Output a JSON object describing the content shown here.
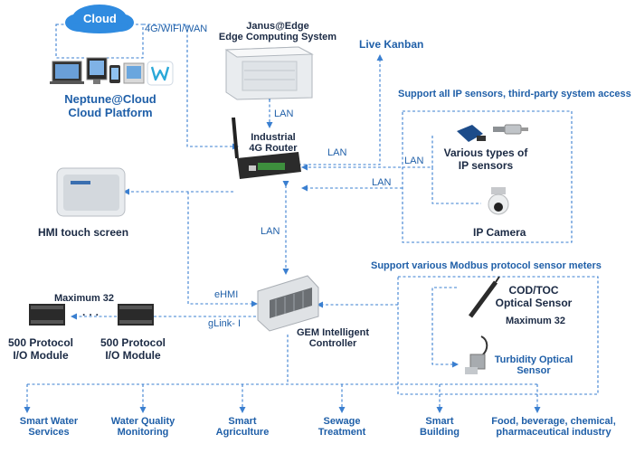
{
  "cloud": {
    "badge": "Cloud",
    "link_label": "4G/WIFI/WAN",
    "platform_line1": "Neptune@Cloud",
    "platform_line2": "Cloud Platform"
  },
  "edge": {
    "line1": "Janus@Edge",
    "line2": "Edge Computing System"
  },
  "kanban": "Live Kanban",
  "ip_section": {
    "title": "Support all IP sensors, third-party system access",
    "sensors_line1": "Various types of",
    "sensors_line2": "IP sensors",
    "camera": "IP Camera"
  },
  "router": {
    "line1": "Industrial",
    "line2": "4G Router"
  },
  "links": {
    "lan_edge": "LAN",
    "lan_kanban": "LAN",
    "lan_sensors": "LAN",
    "lan_camera": "LAN",
    "lan_controller": "LAN",
    "ehmi": "eHMI",
    "glink": "gLink- I"
  },
  "hmi": "HMI touch screen",
  "io": {
    "maximum": "Maximum 32",
    "dots": "· · ·",
    "module1_line1": "500 Protocol",
    "module1_line2": "I/O Module",
    "module2_line1": "500 Protocol",
    "module2_line2": "I/O Module"
  },
  "controller": {
    "line1": "GEM Intelligent",
    "line2": "Controller"
  },
  "modbus": {
    "title": "Support various Modbus protocol sensor meters",
    "cod_line1": "COD/TOC",
    "cod_line2": "Optical Sensor",
    "cod_max": "Maximum 32",
    "turb_line1": "Turbidity Optical",
    "turb_line2": "Sensor"
  },
  "applications": [
    {
      "line1": "Smart Water",
      "line2": "Services"
    },
    {
      "line1": "Water Quality",
      "line2": "Monitoring"
    },
    {
      "line1": "Smart",
      "line2": "Agriculture"
    },
    {
      "line1": "Sewage",
      "line2": "Treatment"
    },
    {
      "line1": "Smart",
      "line2": "Building"
    },
    {
      "line1": "Food, beverage, chemical,",
      "line2": "pharmaceutical industry"
    }
  ],
  "colors": {
    "line": "#3a7fd0",
    "label": "#1f5fa8",
    "dark_label": "#1b2a44"
  }
}
